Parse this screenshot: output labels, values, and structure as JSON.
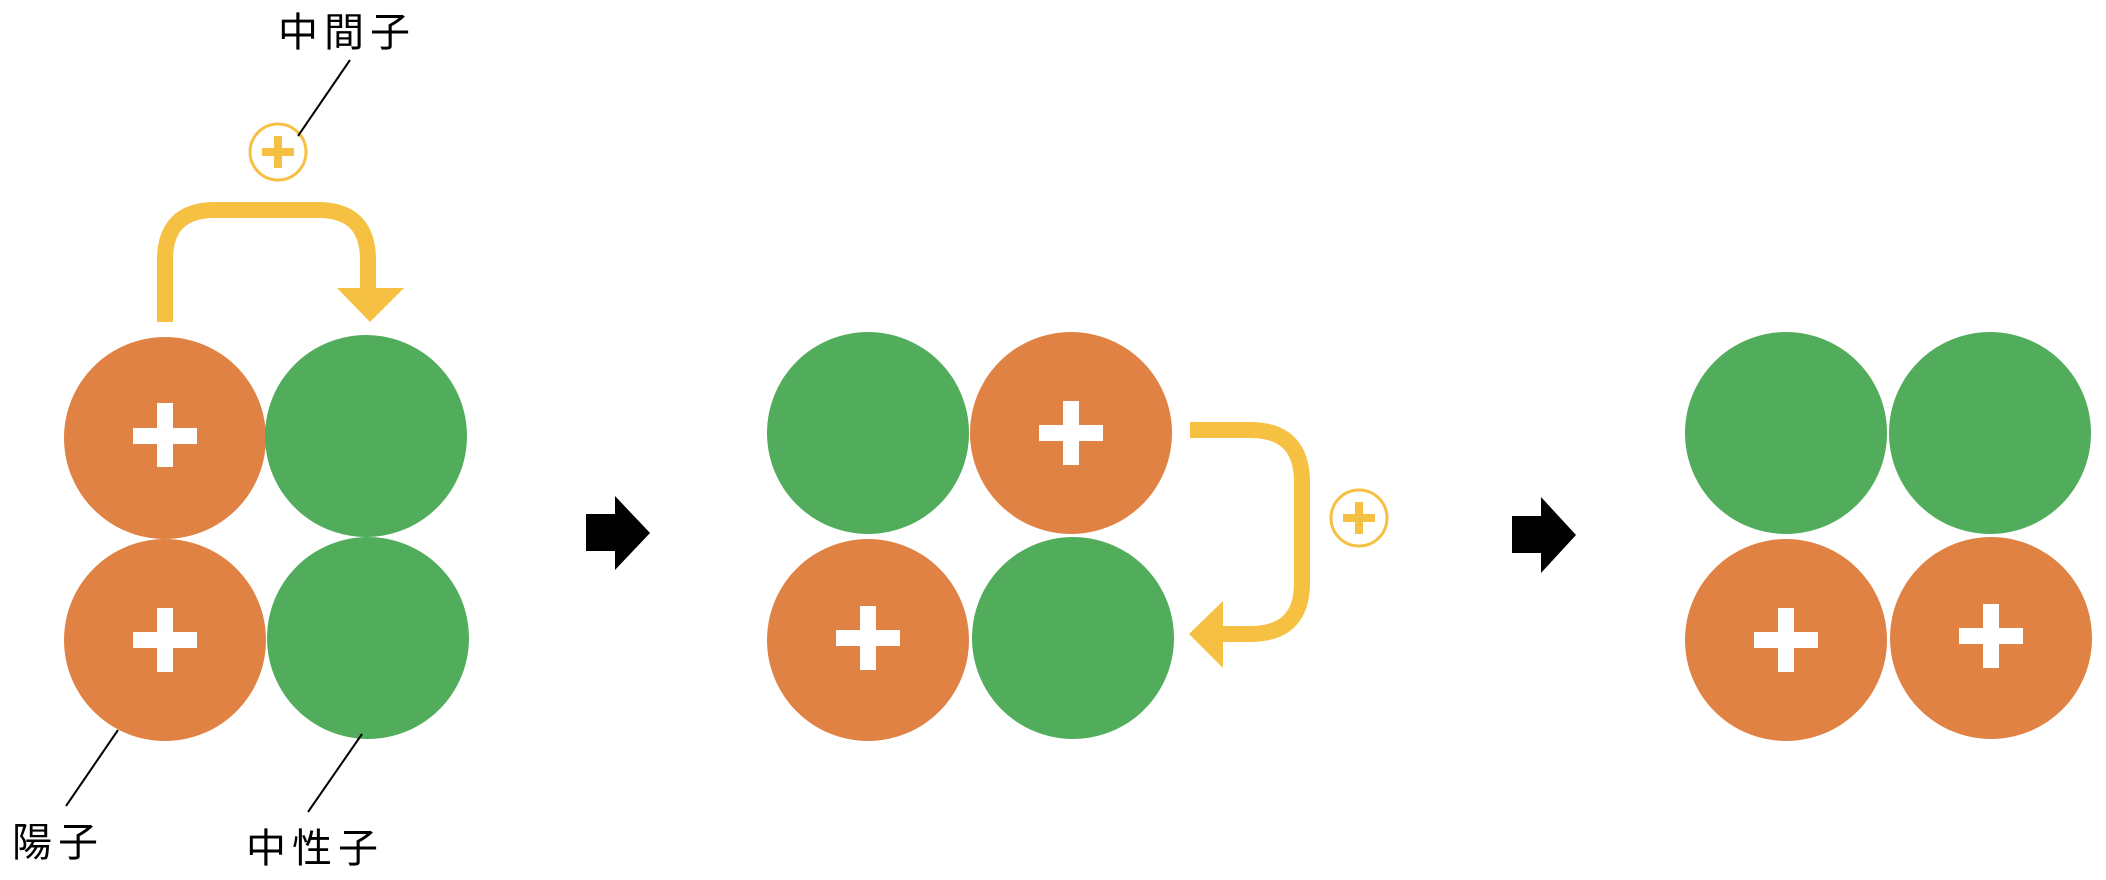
{
  "labels": {
    "meson": "中間子",
    "proton": "陽子",
    "neutron": "中性子"
  },
  "colors": {
    "proton": "#e08244",
    "neutron": "#51ad5b",
    "meson": "#f6c142",
    "arrow": "#000000",
    "plus_on_nucleon": "#ffffff"
  },
  "stages": [
    {
      "id": "stage-1",
      "nucleons": [
        {
          "position": "top-left",
          "type": "proton"
        },
        {
          "position": "top-right",
          "type": "neutron"
        },
        {
          "position": "bottom-left",
          "type": "proton"
        },
        {
          "position": "bottom-right",
          "type": "neutron"
        }
      ],
      "meson_transfer": {
        "from": "top-left",
        "to": "top-right"
      }
    },
    {
      "id": "stage-2",
      "nucleons": [
        {
          "position": "top-left",
          "type": "neutron"
        },
        {
          "position": "top-right",
          "type": "proton"
        },
        {
          "position": "bottom-left",
          "type": "proton"
        },
        {
          "position": "bottom-right",
          "type": "neutron"
        }
      ],
      "meson_transfer": {
        "from": "top-right",
        "to": "bottom-right"
      }
    },
    {
      "id": "stage-3",
      "nucleons": [
        {
          "position": "top-left",
          "type": "neutron"
        },
        {
          "position": "top-right",
          "type": "neutron"
        },
        {
          "position": "bottom-left",
          "type": "proton"
        },
        {
          "position": "bottom-right",
          "type": "proton"
        }
      ]
    }
  ]
}
